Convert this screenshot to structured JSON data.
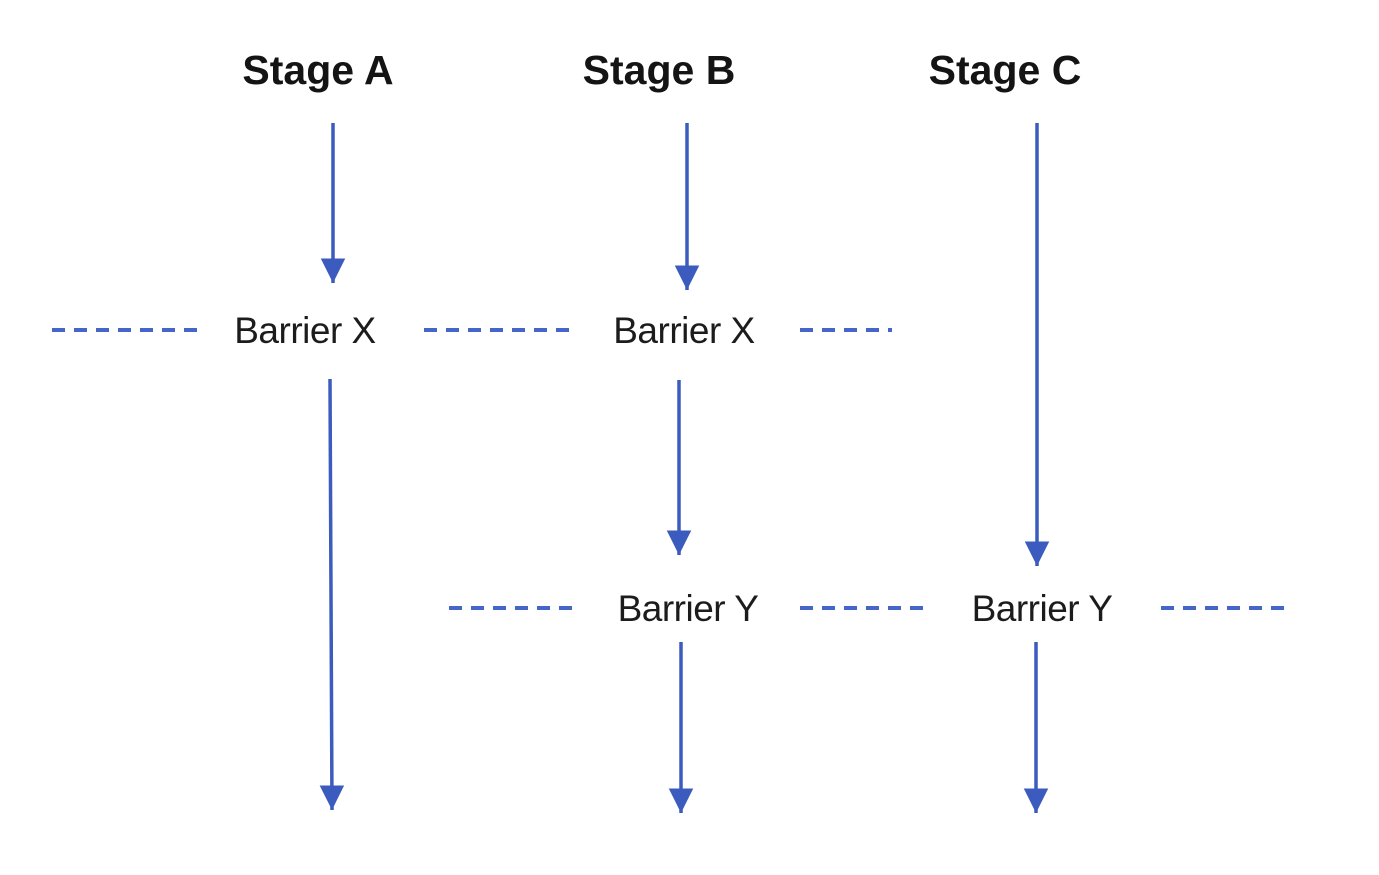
{
  "diagram": {
    "title": "",
    "stages": [
      {
        "label": "Stage A"
      },
      {
        "label": "Stage B"
      },
      {
        "label": "Stage C"
      }
    ],
    "barrier_rows": [
      {
        "name": "barrier-x",
        "labels": [
          "Barrier X",
          "Barrier X"
        ]
      },
      {
        "name": "barrier-y",
        "labels": [
          "Barrier Y",
          "Barrier Y"
        ]
      }
    ],
    "colors": {
      "arrow": "#3B5BBE",
      "dash": "#4565C8",
      "text": "#1C1C1C",
      "background": "#FFFFFF"
    }
  }
}
